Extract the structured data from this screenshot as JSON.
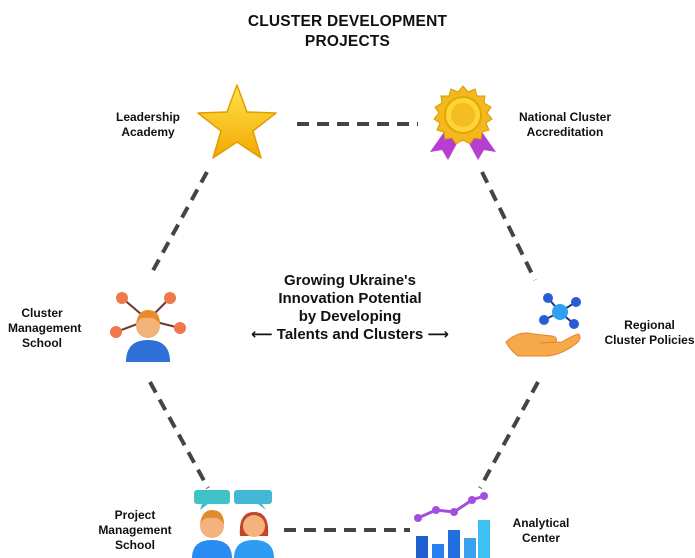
{
  "title": {
    "line1": "CLUSTER DEVELOPMENT",
    "line2": "PROJECTS"
  },
  "center": {
    "line1": "Growing Ukraine's",
    "line2": "Innovation Potential",
    "line3": "by Developing",
    "line4": "⟵ Talents and Clusters ⟶"
  },
  "nodes": {
    "leadership": {
      "line1": "Leadership",
      "line2": "Academy",
      "icon": "star-icon"
    },
    "accreditation": {
      "line1": "National Cluster",
      "line2": "Accreditation",
      "icon": "medal-icon"
    },
    "cluster_school": {
      "line1": "Cluster",
      "line2": "Management",
      "line3": "School",
      "icon": "network-person-icon"
    },
    "policies": {
      "line1": "Regional",
      "line2": "Cluster Policies",
      "icon": "hand-molecule-icon"
    },
    "project_school": {
      "line1": "Project",
      "line2": "Management",
      "line3": "School",
      "icon": "people-chat-icon"
    },
    "analytical": {
      "line1": "Analytical",
      "line2": "Center",
      "icon": "bar-chart-icon"
    }
  },
  "colors": {
    "dash": "#444444",
    "star": "#f7c21b",
    "medal": "#f2b81e",
    "ribbon": "#b63fd1",
    "bars": "#1f6fe0",
    "line": "#a24fe0"
  }
}
